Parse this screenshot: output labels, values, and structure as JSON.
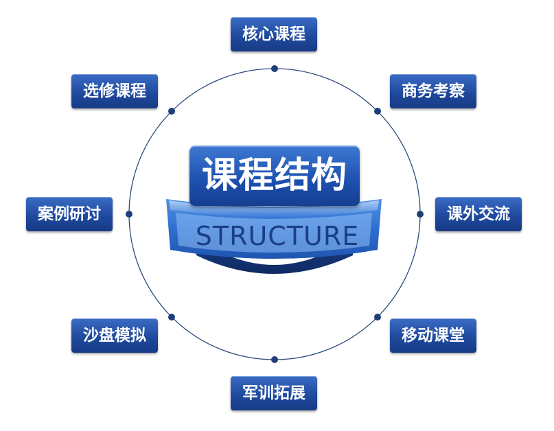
{
  "center": {
    "title": "课程结构",
    "subtitle": "STRUCTURE"
  },
  "nodes": [
    {
      "id": "top",
      "label": "核心课程"
    },
    {
      "id": "top-right",
      "label": "商务考察"
    },
    {
      "id": "right",
      "label": "课外交流"
    },
    {
      "id": "bottom-right",
      "label": "移动课堂"
    },
    {
      "id": "bottom",
      "label": "军训拓展"
    },
    {
      "id": "bottom-left",
      "label": "沙盘模拟"
    },
    {
      "id": "left",
      "label": "案例研讨"
    },
    {
      "id": "top-left",
      "label": "选修课程"
    }
  ],
  "colors": {
    "node_blue": "#1f4a9e",
    "ring_line": "#2a4a7a",
    "ribbon_text": "#1a3f86"
  }
}
